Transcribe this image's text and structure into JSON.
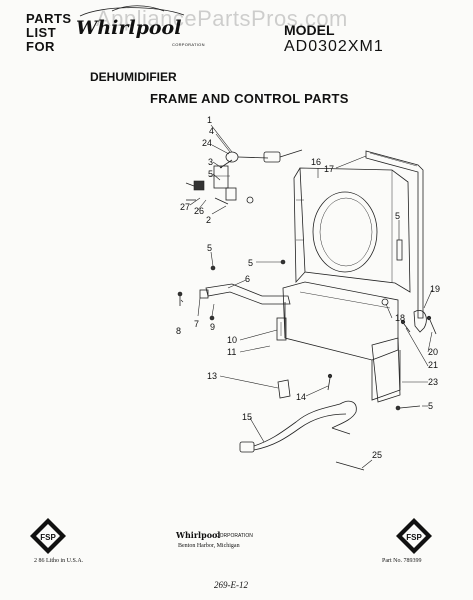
{
  "header": {
    "parts_line1": "PARTS",
    "parts_line2": "LIST",
    "parts_line3": "FOR",
    "brand": "Whirlpool",
    "brand_corp": "CORPORATION",
    "watermark": "AppliancePartsPros.com",
    "model_label": "MODEL",
    "model_number": "AD0302XM1",
    "product": "DEHUMIDIFIER"
  },
  "section_title": "FRAME AND CONTROL PARTS",
  "callouts": {
    "c1": "1",
    "c2": "2",
    "c3": "3",
    "c4": "4",
    "c5a": "5",
    "c5b": "5",
    "c5c": "5",
    "c5d": "5",
    "c6": "6",
    "c7": "7",
    "c8": "8",
    "c9": "9",
    "c10": "10",
    "c11": "11",
    "c13": "13",
    "c14": "14",
    "c15": "15",
    "c16": "16",
    "c17": "17",
    "c18": "18",
    "c19": "19",
    "c20": "20",
    "c21": "21",
    "c23": "23",
    "c24": "24",
    "c25": "25",
    "c26": "26",
    "c27": "27"
  },
  "footer": {
    "badge_left": "FSP",
    "badge_right": "FSP",
    "litho": "2 86 Litho in U.S.A.",
    "brand": "Whirlpool",
    "brand_corp": "CORPORATION",
    "city": "Benton Harbor, Michigan",
    "part_no": "Part No. 789399",
    "handwritten": "269-E-12"
  }
}
